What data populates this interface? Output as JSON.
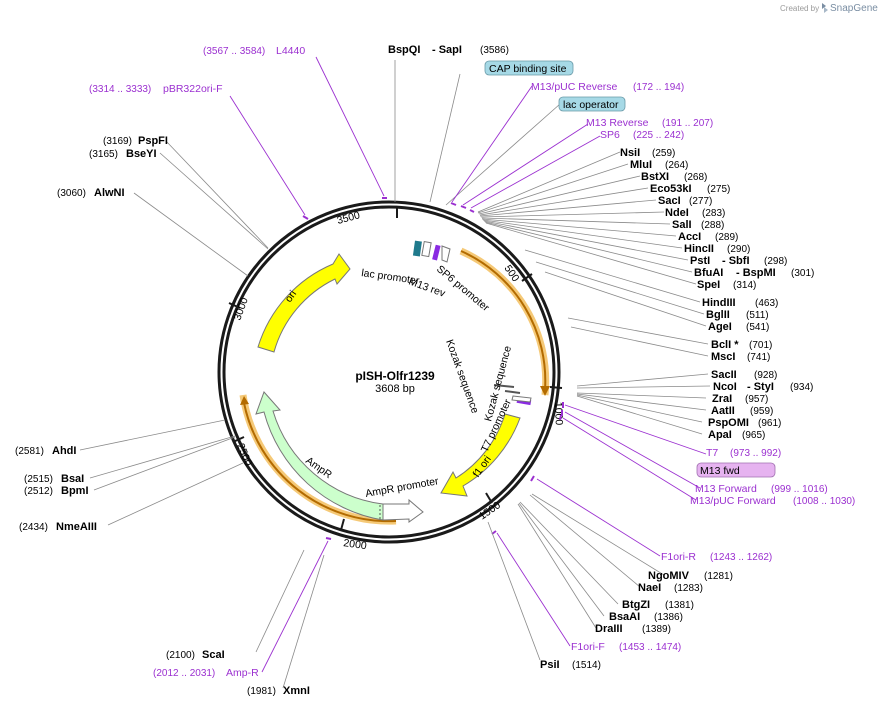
{
  "credit": {
    "prefix": "Created by",
    "brand": "SnapGene"
  },
  "plasmid": {
    "name": "pISH-Olfr1239",
    "length": "3608 bp"
  },
  "ticks": [
    "500",
    "1000",
    "1500",
    "2000",
    "2500",
    "3000",
    "3500"
  ],
  "features": {
    "lac_promoter": "lac promoter",
    "m13_rev": "M13 rev",
    "sp6_promoter": "SP6 promoter",
    "kozak_1": "Kozak sequence",
    "kozak_2": "Kozak sequence",
    "t7_promoter": "T7 promoter",
    "f1_ori": "f1 ori",
    "ampr_promoter": "AmpR promoter",
    "ampr": "AmpR",
    "ori": "ori"
  },
  "boxed": {
    "cap": "CAP binding site",
    "lac_operator": "lac operator",
    "m13_fwd": "M13 fwd"
  },
  "enzymes": {
    "bspqi": "BspQI",
    "sapi": "- SapI",
    "sapi_pos": "(3586)",
    "nsii": "NsiI",
    "nsii_pos": "(259)",
    "mlui": "MluI",
    "mlui_pos": "(264)",
    "bstxi": "BstXI",
    "bstxi_pos": "(268)",
    "eco53ki": "Eco53kI",
    "eco53ki_pos": "(275)",
    "saci": "SacI",
    "saci_pos": "(277)",
    "ndei": "NdeI",
    "ndei_pos": "(283)",
    "sali": "SalI",
    "sali_pos": "(288)",
    "acci": "AccI",
    "acci_pos": "(289)",
    "hincii": "HincII",
    "hincii_pos": "(290)",
    "psti": "PstI",
    "sbfi": "- SbfI",
    "psti_pos": "(298)",
    "bfuai": "BfuAI",
    "bspmi": "- BspMI",
    "bfuai_pos": "(301)",
    "spei": "SpeI",
    "spei_pos": "(314)",
    "hindiii": "HindIII",
    "hindiii_pos": "(463)",
    "bglii": "BglII",
    "bglii_pos": "(511)",
    "agei": "AgeI",
    "agei_pos": "(541)",
    "bcli": "BclI *",
    "bcli_pos": "(701)",
    "msci": "MscI",
    "msci_pos": "(741)",
    "sacii": "SacII",
    "sacii_pos": "(928)",
    "ncoi": "NcoI",
    "styi": "- StyI",
    "ncoi_pos": "(934)",
    "zrai": "ZraI",
    "zrai_pos": "(957)",
    "aatii": "AatII",
    "aatii_pos": "(959)",
    "pspomi": "PspOMI",
    "pspomi_pos": "(961)",
    "apai": "ApaI",
    "apai_pos": "(965)",
    "ngomiv": "NgoMIV",
    "ngomiv_pos": "(1281)",
    "naei": "NaeI",
    "naei_pos": "(1283)",
    "btgzi": "BtgZI",
    "btgzi_pos": "(1381)",
    "bsaai": "BsaAI",
    "bsaai_pos": "(1386)",
    "draiii": "DraIII",
    "draiii_pos": "(1389)",
    "psii": "PsiI",
    "psii_pos": "(1514)",
    "xmni": "XmnI",
    "xmni_pos": "(1981)",
    "scai": "ScaI",
    "scai_pos": "(2100)",
    "nmeaiii": "NmeAIII",
    "nmeaiii_pos": "(2434)",
    "bpmi": "BpmI",
    "bpmi_pos": "(2512)",
    "bsai": "BsaI",
    "bsai_pos": "(2515)",
    "ahdi": "AhdI",
    "ahdi_pos": "(2581)",
    "alwni": "AlwNI",
    "alwni_pos": "(3060)",
    "bseyi": "BseYI",
    "bseyi_pos": "(3165)",
    "pspfi": "PspFI",
    "pspfi_pos": "(3169)"
  },
  "primers": {
    "l4440": "L4440",
    "l4440_pos": "(3567 .. 3584)",
    "pbr322": "pBR322ori-F",
    "pbr322_pos": "(3314 .. 3333)",
    "m13puc_rev": "M13/pUC Reverse",
    "m13puc_rev_pos": "(172 .. 194)",
    "m13_reverse": "M13 Reverse",
    "m13_reverse_pos": "(191 .. 207)",
    "sp6": "SP6",
    "sp6_pos": "(225 .. 242)",
    "t7": "T7",
    "t7_pos": "(973 .. 992)",
    "m13_forward": "M13 Forward",
    "m13_forward_pos": "(999 .. 1016)",
    "m13puc_fwd": "M13/pUC Forward",
    "m13puc_fwd_pos": "(1008 .. 1030)",
    "f1ori_r": "F1ori-R",
    "f1ori_r_pos": "(1243 .. 1262)",
    "f1ori_f": "F1ori-F",
    "f1ori_f_pos": "(1453 .. 1474)",
    "amp_r": "Amp-R",
    "amp_r_pos": "(2012 .. 2031)"
  },
  "colors": {
    "backbone": "#1a1a1a",
    "primer": "#9b30d0",
    "ori": "#ffff00",
    "ampr": "#ccffcc",
    "promoter": "#ffffff",
    "highlight": "#f5c977",
    "boxed": "#a6d9e6",
    "m13fwd_box": "#e6b3f0",
    "lac_operator_feature": "#1f7a8c",
    "cap_feature": "#3a8fa0",
    "m13rev_feature": "#8a2be2",
    "brand": "#7a8ea3"
  }
}
